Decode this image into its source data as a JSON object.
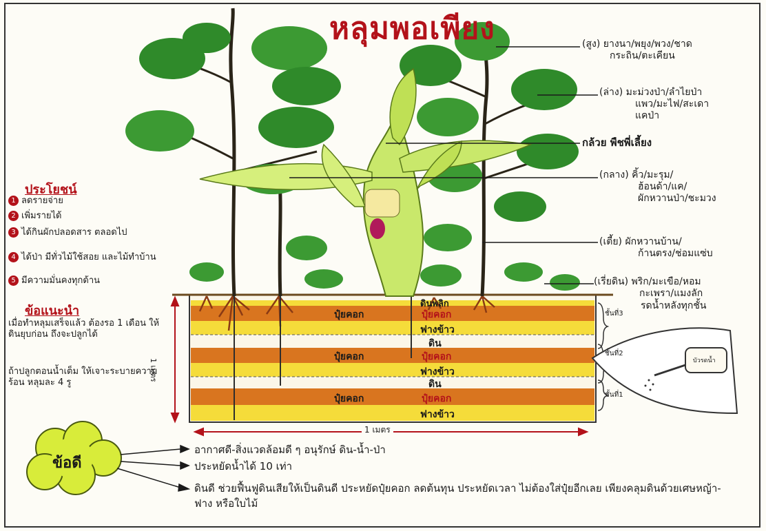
{
  "title": "หลุมพอเพียง",
  "plant_labels": {
    "tall": [
      "(สูง) ยางนา/พยุง/พวง/ชาด",
      "กระถิน/ตะเคียน"
    ],
    "low": [
      "(ล่าง) มะม่วงป่า/ลำไยป่า",
      "แพว/มะไฟ/สะเดา",
      "แคป่า"
    ],
    "banana": "กล้วย พืชพี่เลี้ยง",
    "middle": [
      "(กลาง) คิ้ว/มะรุม/",
      "ฮ้อนด้า/แค/",
      "ผักหวานป่า/ชะมวง"
    ],
    "short": [
      "(เตี้ย) ผักหวานบ้าน/",
      "ก้านตรง/ช่อมแซ่บ"
    ],
    "ground": [
      "(เรี่ยดิน) พริก/มะเขือ/หอม",
      "กะเพรา/แมงลัก"
    ]
  },
  "benefits": {
    "heading": "ประโยชน์",
    "items": [
      {
        "n": "1",
        "text": "ลดรายจ่าย"
      },
      {
        "n": "2",
        "text": "เพิ่มรายได้"
      },
      {
        "n": "3",
        "text": "ได้กินผักปลอดสาร ตลอดไป"
      },
      {
        "n": "4",
        "text": "ได้ป่า มีทั่วไม้ใช้สอย และไม้ทำบ้าน"
      },
      {
        "n": "5",
        "text": "มีความมั่นคงทุกด้าน"
      }
    ]
  },
  "notes": {
    "heading": "ข้อแนะนำ",
    "items": [
      "เมื่อทำหลุมเสร็จแล้ว ต้องรอ 1 เดือน ให้ดินยุบก่อน ถึงจะปลูกได้",
      "ถ้าปลูกตอนน้ำเต็ม ให้เจาะระบายความร้อน หลุมละ 4 รู"
    ]
  },
  "layers": {
    "group3": [
      "ดินพลิก",
      "ปุ๋ยคอก",
      "ปุ๋ยคอก",
      "ฟางข้าว"
    ],
    "group2": [
      "ดิน",
      "ปุ๋ยคอก",
      "ปุ๋ยคอก",
      "ฟางข้าว"
    ],
    "group1": [
      "ดิน",
      "ปุ๋ยคอก",
      "ปุ๋ยคอก",
      "ฟางข้าว"
    ],
    "layer_tags": [
      "ชั้นที่3",
      "ชั้นที่2",
      "ชั้นที่1"
    ],
    "water_note": "รดน้ำหลังทุกชั้น",
    "watering_can": "บัวรดน้ำ"
  },
  "dimensions": {
    "depth": "1 เมตร",
    "width": "1 เมตร"
  },
  "advantages": {
    "heading": "ข้อดี",
    "items": [
      "อากาศดี-สิ่งแวดล้อมดี ๆ อนุรักษ์ ดิน-น้ำ-ป่า",
      "ประหยัดน้ำได้ 10 เท่า",
      "ดินดี ช่วยฟื้นฟูดินเสียให้เป็นดินดี ประหยัดปุ๋ยคอก ลดต้นทุน ประหยัดเวลา ไม่ต้องใส่ปุ๋ยอีกเลย เพียงคลุมดินด้วยเศษหญ้า-ฟาง หรือใบไม้"
    ]
  },
  "colors": {
    "title_red": "#b3121a",
    "soil_orange": "#d9751f",
    "straw_yellow": "#f5dc3a",
    "soil_white": "#fbf6e8",
    "leaf_green": "#2f8a2a",
    "banana_green": "#c9e86b"
  }
}
